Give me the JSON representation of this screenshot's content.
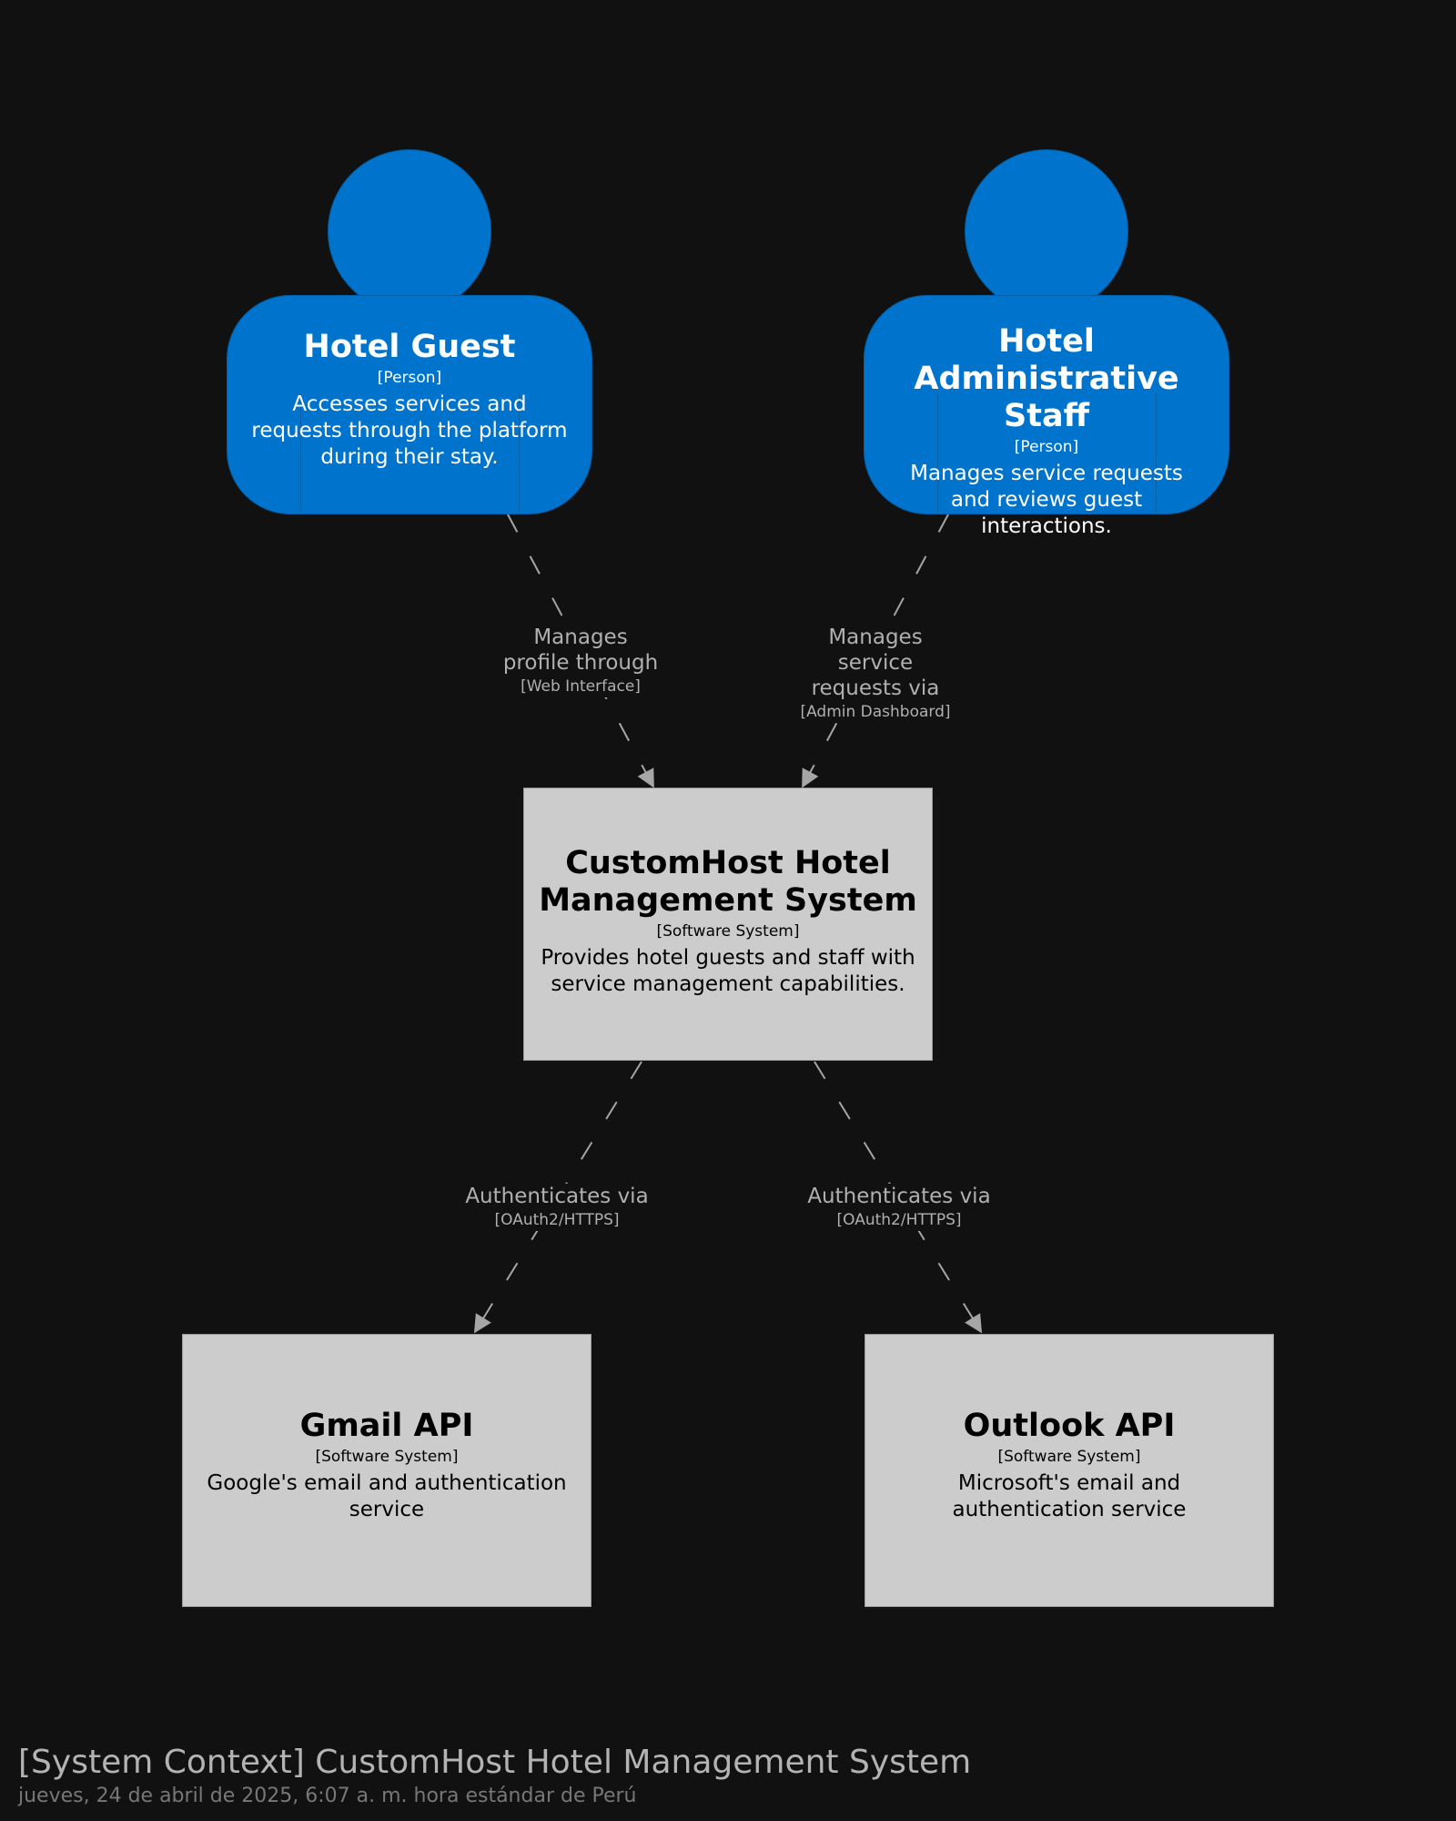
{
  "diagram": {
    "persons": [
      {
        "name": "Hotel Guest",
        "kind": "[Person]",
        "description": "Accesses services and requests through the platform during their stay."
      },
      {
        "name": "Hotel Administrative Staff",
        "kind": "[Person]",
        "description": "Manages service requests and reviews guest interactions."
      }
    ],
    "systems": [
      {
        "name": "CustomHost Hotel Management System",
        "kind": "[Software System]",
        "description": "Provides hotel guests and staff with service management capabilities."
      },
      {
        "name": "Gmail API",
        "kind": "[Software System]",
        "description": "Google's email and authentication service"
      },
      {
        "name": "Outlook API",
        "kind": "[Software System]",
        "description": "Microsoft's email and authentication service"
      }
    ],
    "relationships": [
      {
        "label": "Manages profile through",
        "technology": "[Web Interface]"
      },
      {
        "label": "Manages service requests via",
        "technology": "[Admin Dashboard]"
      },
      {
        "label": "Authenticates via",
        "technology": "[OAuth2/HTTPS]"
      },
      {
        "label": "Authenticates via",
        "technology": "[OAuth2/HTTPS]"
      }
    ]
  },
  "footer": {
    "title": "[System Context] CustomHost Hotel Management System",
    "subtitle": "jueves, 24 de abril de 2025, 6:07 a. m. hora estándar de Perú"
  },
  "colors": {
    "background": "#111111",
    "person": "#0073cc",
    "system": "#cccccc",
    "relationship": "#a6a6a6"
  }
}
